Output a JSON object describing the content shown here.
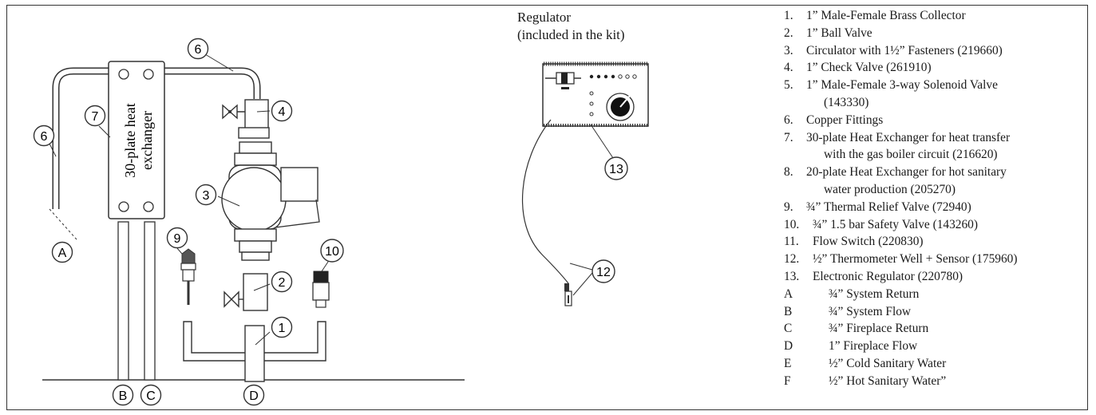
{
  "figure": {
    "regulator_title": "Regulator",
    "regulator_subtitle": "(included in the kit)",
    "heat_exchanger_label_1": "30-plate heat",
    "heat_exchanger_label_2": "exchanger",
    "callouts": [
      "1",
      "2",
      "3",
      "4",
      "6",
      "6",
      "7",
      "9",
      "10",
      "12",
      "13"
    ],
    "connection_letters": [
      "A",
      "B",
      "C",
      "D"
    ]
  },
  "legend": {
    "numbered": [
      {
        "num": "1.",
        "text": "1” Male-Female Brass Collector",
        "cont": ""
      },
      {
        "num": "2.",
        "text": "1” Ball Valve",
        "cont": ""
      },
      {
        "num": "3.",
        "text": "Circulator with 1½” Fasteners (219660)",
        "cont": ""
      },
      {
        "num": "4.",
        "text": "1” Check Valve (261910)",
        "cont": ""
      },
      {
        "num": "5.",
        "text": "1” Male-Female 3-way Solenoid Valve",
        "cont": "(143330)"
      },
      {
        "num": "6.",
        "text": "Copper Fittings",
        "cont": ""
      },
      {
        "num": "7.",
        "text": "30-plate Heat Exchanger for heat transfer",
        "cont": "with the gas boiler circuit (216620)"
      },
      {
        "num": "8.",
        "text": "20-plate Heat Exchanger for hot sanitary",
        "cont": "water production (205270)"
      },
      {
        "num": "9.",
        "text": "¾” Thermal Relief Valve (72940)",
        "cont": ""
      },
      {
        "num": "10.",
        "text": "¾” 1.5 bar Safety Valve (143260)",
        "cont": ""
      },
      {
        "num": "11.",
        "text": "Flow Switch (220830)",
        "cont": ""
      },
      {
        "num": "12.",
        "text": "½” Thermometer Well + Sensor (175960)",
        "cont": ""
      },
      {
        "num": "13.",
        "text": "Electronic Regulator (220780)",
        "cont": ""
      }
    ],
    "lettered": [
      {
        "letter": "A",
        "text": "¾” System Return"
      },
      {
        "letter": "B",
        "text": "¾” System Flow"
      },
      {
        "letter": "C",
        "text": "¾” Fireplace Return"
      },
      {
        "letter": "D",
        "text": "1” Fireplace Flow"
      },
      {
        "letter": "E",
        "text": "½” Cold Sanitary Water"
      },
      {
        "letter": "F",
        "text": "½” Hot Sanitary Water”"
      }
    ]
  }
}
